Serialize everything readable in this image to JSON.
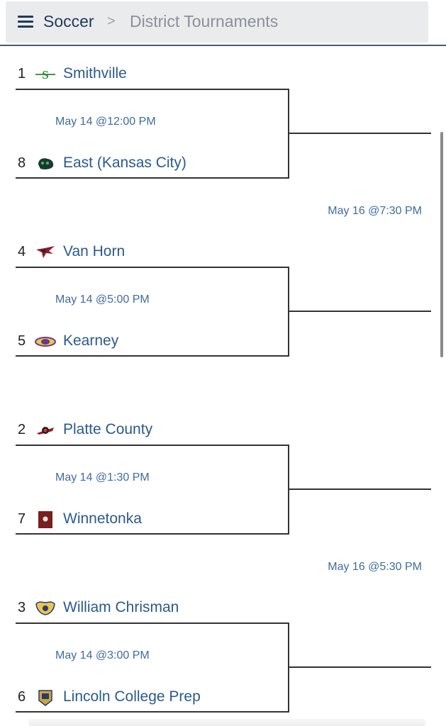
{
  "header": {
    "menu_icon": "hamburger-menu-icon",
    "breadcrumb_root": "Soccer",
    "breadcrumb_separator": ">",
    "breadcrumb_current": "District Tournaments"
  },
  "matchups": [
    {
      "time": "May 14 @12:00 PM",
      "top": {
        "seed": "1",
        "name": "Smithville",
        "logo": "smithville-logo"
      },
      "bottom": {
        "seed": "8",
        "name": "East (Kansas City)",
        "logo": "east-kansas-city-logo"
      }
    },
    {
      "time": "May 14 @5:00 PM",
      "top": {
        "seed": "4",
        "name": "Van Horn",
        "logo": "van-horn-logo"
      },
      "bottom": {
        "seed": "5",
        "name": "Kearney",
        "logo": "kearney-logo"
      }
    },
    {
      "time": "May 14 @1:30 PM",
      "top": {
        "seed": "2",
        "name": "Platte County",
        "logo": "platte-county-logo"
      },
      "bottom": {
        "seed": "7",
        "name": "Winnetonka",
        "logo": "winnetonka-logo"
      }
    },
    {
      "time": "May 14 @3:00 PM",
      "top": {
        "seed": "3",
        "name": "William Chrisman",
        "logo": "william-chrisman-logo"
      },
      "bottom": {
        "seed": "6",
        "name": "Lincoln College Prep",
        "logo": "lincoln-college-prep-logo"
      }
    }
  ],
  "semifinals": [
    {
      "time": "May 16 @7:30 PM"
    },
    {
      "time": "May 16 @5:30 PM"
    }
  ],
  "colors": {
    "team_link": "#2a5a8c",
    "time_text": "#3f6c9e",
    "header_bg": "#eaebed",
    "header_text": "#1f3a5a"
  }
}
